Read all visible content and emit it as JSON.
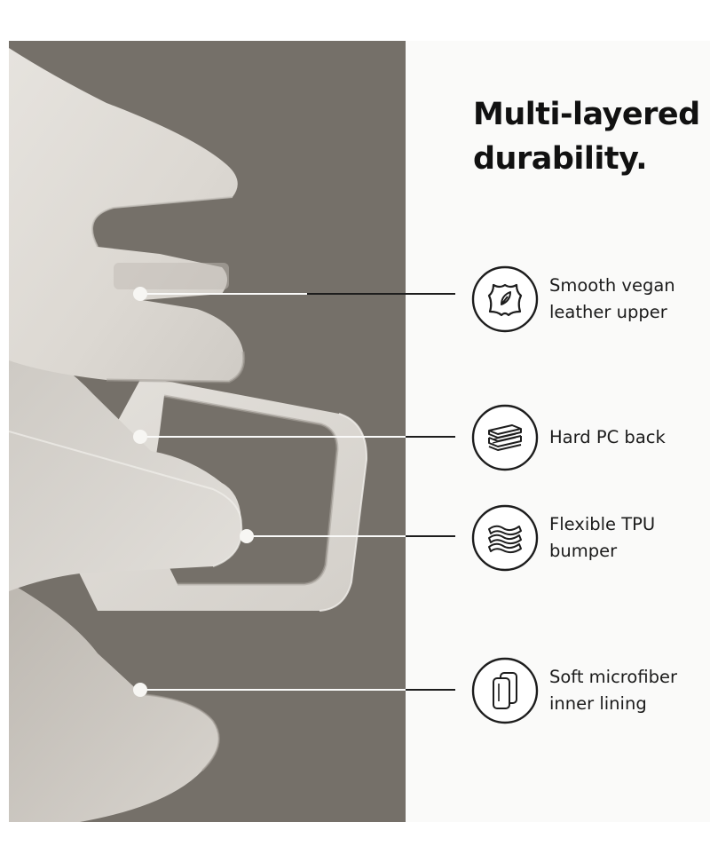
{
  "title_lines": [
    "Multi-layered",
    "durability."
  ],
  "features": [
    {
      "id": "leather",
      "lines": [
        "Smooth vegan",
        "leather upper"
      ],
      "icon": "leather-hide-icon"
    },
    {
      "id": "pc",
      "lines": [
        "Hard PC back"
      ],
      "icon": "stacked-plates-icon"
    },
    {
      "id": "tpu",
      "lines": [
        "Flexible TPU",
        "bumper"
      ],
      "icon": "flexible-layers-icon"
    },
    {
      "id": "microfiber",
      "lines": [
        "Soft microfiber",
        "inner lining"
      ],
      "icon": "phone-lining-icon"
    }
  ],
  "colors": {
    "photo_background": "#757069",
    "panel_background": "#fafaf9",
    "layer_light": "#e3e0da",
    "leader_line": "#1d1d1d",
    "text": "#111111"
  }
}
